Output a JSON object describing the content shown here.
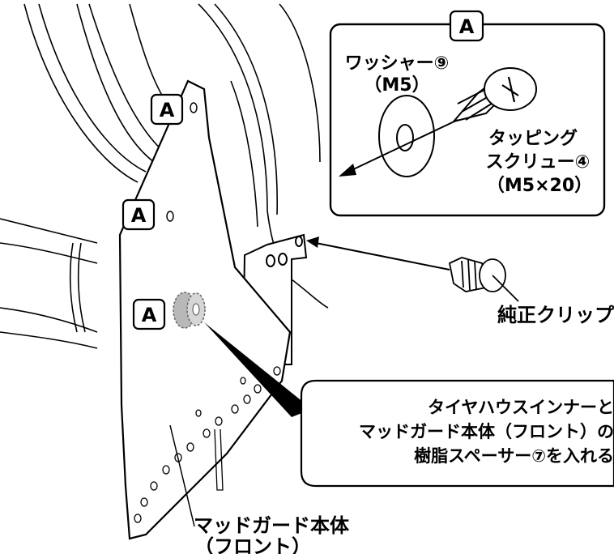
{
  "markers": {
    "a": "A"
  },
  "inset": {
    "washer_name": "ワッシャー⑨",
    "washer_size": "（M5）",
    "screw_name_1": "タッピング",
    "screw_name_2": "スクリュー④",
    "screw_size": "（M5×20）"
  },
  "labels": {
    "clip": "純正クリップ",
    "mudguard_1": "マッドガード本体",
    "mudguard_2": "（フロント）"
  },
  "callout": {
    "line1": "タイヤハウスインナーと",
    "line2": "マッドガード本体（フロント）の",
    "line3": "樹脂スペーサー⑦を入れる"
  }
}
